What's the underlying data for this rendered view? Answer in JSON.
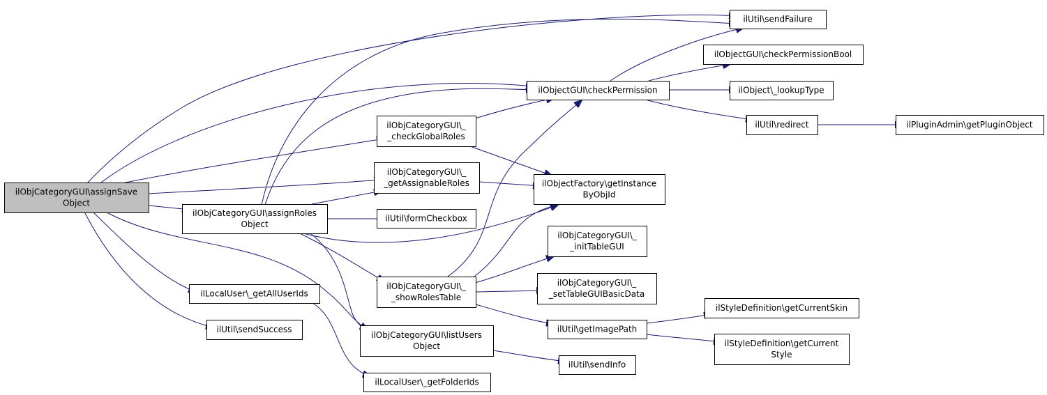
{
  "colors": {
    "edge": "#191970",
    "node_fill": "#ffffff",
    "root_fill": "#bfbfbf",
    "node_border": "#000000"
  },
  "nodes": [
    {
      "id": "assignSave",
      "lines": [
        "ilObjCategoryGUI\\assignSave",
        "Object"
      ],
      "root": true
    },
    {
      "id": "assignRoles",
      "lines": [
        "ilObjCategoryGUI\\assignRoles",
        "Object"
      ]
    },
    {
      "id": "getAllUserIds",
      "lines": [
        "ilLocalUser\\_getAllUserIds"
      ]
    },
    {
      "id": "sendSuccess",
      "lines": [
        "ilUtil\\sendSuccess"
      ]
    },
    {
      "id": "checkGlobalRoles",
      "lines": [
        "ilObjCategoryGUI\\_",
        "_checkGlobalRoles"
      ]
    },
    {
      "id": "getAssignableRoles",
      "lines": [
        "ilObjCategoryGUI\\_",
        "_getAssignableRoles"
      ]
    },
    {
      "id": "formCheckbox",
      "lines": [
        "ilUtil\\formCheckbox"
      ]
    },
    {
      "id": "showRolesTable",
      "lines": [
        "ilObjCategoryGUI\\_",
        "_showRolesTable"
      ]
    },
    {
      "id": "listUsers",
      "lines": [
        "ilObjCategoryGUI\\listUsers",
        "Object"
      ]
    },
    {
      "id": "getFolderIds",
      "lines": [
        "ilLocalUser\\_getFolderIds"
      ]
    },
    {
      "id": "checkPermission",
      "lines": [
        "ilObjectGUI\\checkPermission"
      ]
    },
    {
      "id": "getInstanceByObjId",
      "lines": [
        "ilObjectFactory\\getInstance",
        "ByObjId"
      ]
    },
    {
      "id": "initTableGUI",
      "lines": [
        "ilObjCategoryGUI\\_",
        "_initTableGUI"
      ]
    },
    {
      "id": "setTableGUIBasicData",
      "lines": [
        "ilObjCategoryGUI\\_",
        "_setTableGUIBasicData"
      ]
    },
    {
      "id": "getImagePath",
      "lines": [
        "ilUtil\\getImagePath"
      ]
    },
    {
      "id": "sendInfo",
      "lines": [
        "ilUtil\\sendInfo"
      ]
    },
    {
      "id": "sendFailure",
      "lines": [
        "ilUtil\\sendFailure"
      ]
    },
    {
      "id": "checkPermissionBool",
      "lines": [
        "ilObjectGUI\\checkPermissionBool"
      ]
    },
    {
      "id": "lookupType",
      "lines": [
        "ilObject\\_lookupType"
      ]
    },
    {
      "id": "redirect",
      "lines": [
        "ilUtil\\redirect"
      ]
    },
    {
      "id": "getPluginObject",
      "lines": [
        "ilPluginAdmin\\getPluginObject"
      ]
    },
    {
      "id": "getCurrentSkin",
      "lines": [
        "ilStyleDefinition\\getCurrentSkin"
      ]
    },
    {
      "id": "getCurrentStyle",
      "lines": [
        "ilStyleDefinition\\getCurrent",
        "Style"
      ]
    }
  ],
  "edges": [
    {
      "from": "assignSave",
      "to": "sendFailure"
    },
    {
      "from": "assignSave",
      "to": "checkPermission"
    },
    {
      "from": "assignSave",
      "to": "checkGlobalRoles"
    },
    {
      "from": "assignSave",
      "to": "getAssignableRoles"
    },
    {
      "from": "assignSave",
      "to": "assignRoles"
    },
    {
      "from": "assignSave",
      "to": "listUsers"
    },
    {
      "from": "assignSave",
      "to": "getAllUserIds"
    },
    {
      "from": "assignSave",
      "to": "sendSuccess"
    },
    {
      "from": "assignRoles",
      "to": "sendFailure"
    },
    {
      "from": "assignRoles",
      "to": "checkPermission"
    },
    {
      "from": "assignRoles",
      "to": "getAssignableRoles"
    },
    {
      "from": "assignRoles",
      "to": "formCheckbox"
    },
    {
      "from": "assignRoles",
      "to": "getInstanceByObjId"
    },
    {
      "from": "assignRoles",
      "to": "showRolesTable"
    },
    {
      "from": "assignRoles",
      "to": "listUsers"
    },
    {
      "from": "getAllUserIds",
      "to": "getFolderIds"
    },
    {
      "from": "checkGlobalRoles",
      "to": "checkPermission"
    },
    {
      "from": "checkGlobalRoles",
      "to": "getInstanceByObjId"
    },
    {
      "from": "getAssignableRoles",
      "to": "getInstanceByObjId"
    },
    {
      "from": "showRolesTable",
      "to": "checkPermission"
    },
    {
      "from": "showRolesTable",
      "to": "getInstanceByObjId"
    },
    {
      "from": "showRolesTable",
      "to": "initTableGUI"
    },
    {
      "from": "showRolesTable",
      "to": "setTableGUIBasicData"
    },
    {
      "from": "showRolesTable",
      "to": "getImagePath"
    },
    {
      "from": "listUsers",
      "to": "sendInfo"
    },
    {
      "from": "checkPermission",
      "to": "sendFailure"
    },
    {
      "from": "checkPermission",
      "to": "checkPermissionBool"
    },
    {
      "from": "checkPermission",
      "to": "lookupType"
    },
    {
      "from": "checkPermission",
      "to": "redirect"
    },
    {
      "from": "redirect",
      "to": "getPluginObject"
    },
    {
      "from": "getImagePath",
      "to": "getCurrentSkin"
    },
    {
      "from": "getImagePath",
      "to": "getCurrentStyle"
    }
  ]
}
